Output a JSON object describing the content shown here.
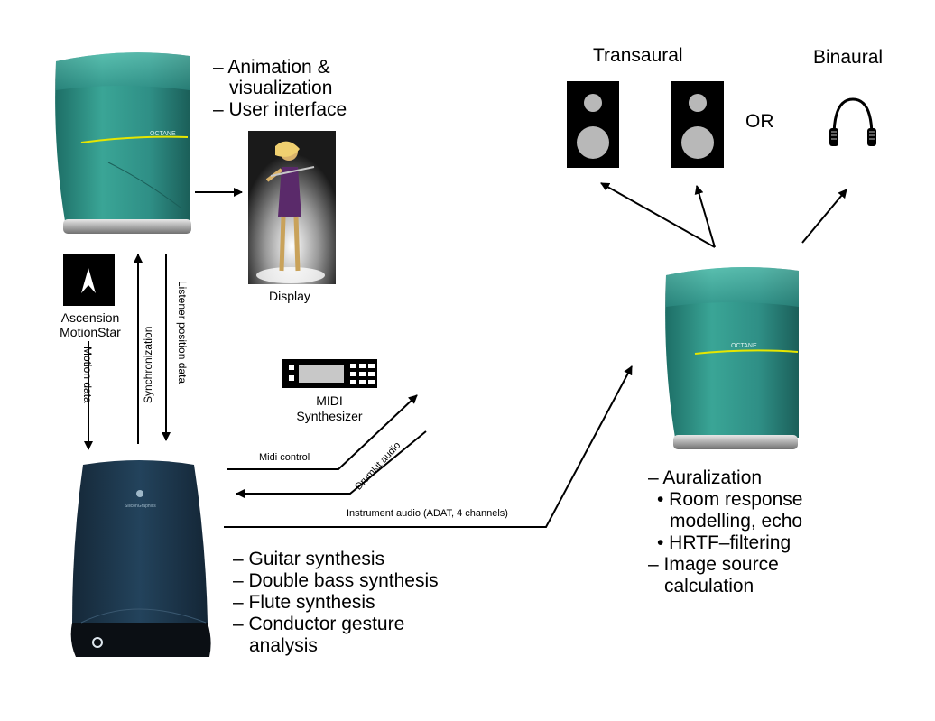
{
  "colors": {
    "octane_teal": "#2f8f86",
    "octane_teal_light": "#5fc3b4",
    "onyx_navy": "#1f3a52",
    "speaker_black": "#000000",
    "speaker_gray": "#b8b8b8",
    "octane_stripe": "#e6e600"
  },
  "icons": {
    "speaker": "speaker-icon",
    "headphones": "headphones-icon",
    "motionstar": "ascension-logo-icon",
    "midi": "midi-synth-icon"
  },
  "top_workstation": {
    "bullets": [
      "– Animation &",
      "visualization",
      "– User interface"
    ],
    "display_label": "Display",
    "brand": "OCTANE"
  },
  "tracker": {
    "label_line1": "Ascension",
    "label_line2": "MotionStar"
  },
  "vertical_labels": {
    "motion": "Motion data",
    "sync": "Synchronization",
    "listener": "Listener position data"
  },
  "midi": {
    "label_line1": "MIDI",
    "label_line2": "Synthesizer"
  },
  "links": {
    "midi_control": "Midi control",
    "drumkit_audio": "Drumkit audio",
    "instrument_audio": "Instrument audio (ADAT, 4 channels)"
  },
  "bottom_workstation": {
    "bullets": [
      "– Guitar synthesis",
      "– Double bass synthesis",
      "– Flute synthesis",
      "– Conductor gesture",
      "analysis"
    ]
  },
  "output": {
    "transaural": "Transaural",
    "binaural": "Binaural",
    "or": "OR"
  },
  "right_workstation": {
    "brand": "OCTANE",
    "bullets": [
      "– Auralization",
      "• Room response",
      "modelling, echo",
      "• HRTF–filtering",
      "– Image source",
      "calculation"
    ]
  }
}
